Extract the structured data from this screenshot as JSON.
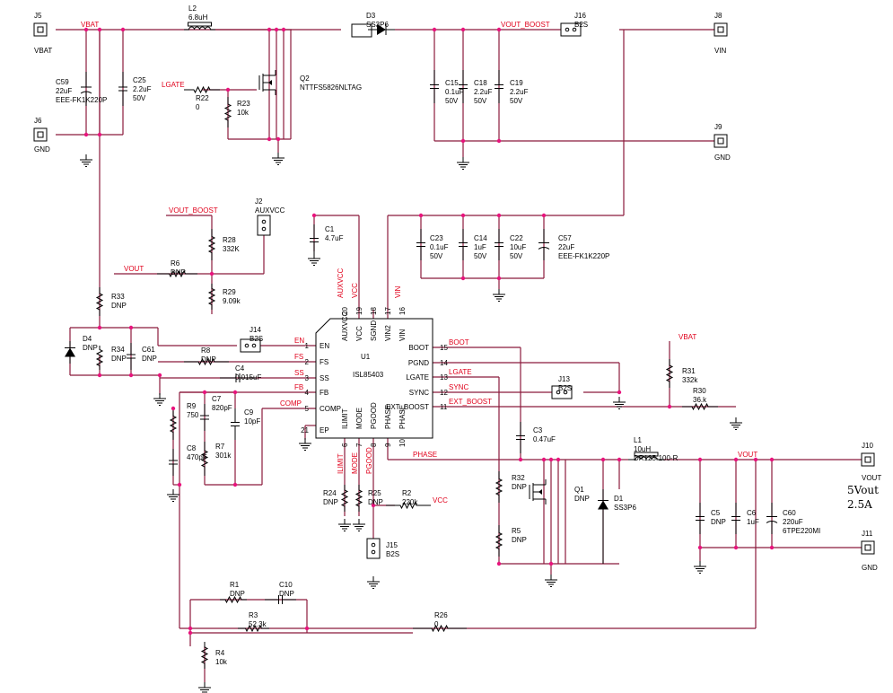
{
  "ic": {
    "ref": "U1",
    "part": "ISL85403",
    "left_pins": [
      {
        "num": "1",
        "name": "EN"
      },
      {
        "num": "2",
        "name": "FS"
      },
      {
        "num": "3",
        "name": "SS"
      },
      {
        "num": "4",
        "name": "FB"
      },
      {
        "num": "5",
        "name": "COMP"
      },
      {
        "num": "21",
        "name": "EP"
      }
    ],
    "right_pins": [
      {
        "num": "15",
        "name": "BOOT"
      },
      {
        "num": "14",
        "name": "PGND"
      },
      {
        "num": "13",
        "name": "LGATE"
      },
      {
        "num": "12",
        "name": "SYNC"
      },
      {
        "num": "11",
        "name": "EXT_BOOST"
      }
    ],
    "top_pins": [
      {
        "num": "20",
        "name": "AUXVCC"
      },
      {
        "num": "19",
        "name": "VCC"
      },
      {
        "num": "18",
        "name": "SGND"
      },
      {
        "num": "17",
        "name": "VIN2"
      },
      {
        "num": "16",
        "name": "VIN"
      }
    ],
    "bottom_pins": [
      {
        "num": "6",
        "name": "ILIMIT"
      },
      {
        "num": "7",
        "name": "MODE"
      },
      {
        "num": "8",
        "name": "PGOOD"
      },
      {
        "num": "9",
        "name": "PHASE"
      },
      {
        "num": "10",
        "name": "PHASE"
      }
    ]
  },
  "connectors": [
    {
      "ref": "J5",
      "label": "VBAT"
    },
    {
      "ref": "J6",
      "label": "GND"
    },
    {
      "ref": "J8",
      "label": "VIN"
    },
    {
      "ref": "J9",
      "label": "GND"
    },
    {
      "ref": "J10",
      "label": "VOUT"
    },
    {
      "ref": "J11",
      "label": "GND"
    }
  ],
  "jumpers": [
    {
      "ref": "J16",
      "value": "B2S"
    },
    {
      "ref": "J14",
      "value": "B2S"
    },
    {
      "ref": "J13",
      "value": "B2S"
    },
    {
      "ref": "J15",
      "value": "B2S"
    },
    {
      "ref": "J2",
      "value": "AUXVCC"
    }
  ],
  "components": [
    {
      "ref": "L2",
      "value": "6.8uH"
    },
    {
      "ref": "D3",
      "value": "SS3P6"
    },
    {
      "ref": "Q2",
      "value": "NTTFS5826NLTAG"
    },
    {
      "ref": "C59",
      "value": "22uF",
      "extra": "EEE-FK1K220P"
    },
    {
      "ref": "C25",
      "value": "2.2uF",
      "extra": "50V"
    },
    {
      "ref": "R22",
      "value": "0"
    },
    {
      "ref": "R23",
      "value": "10k"
    },
    {
      "ref": "C15",
      "value": "0.1uF",
      "extra": "50V"
    },
    {
      "ref": "C18",
      "value": "2.2uF",
      "extra": "50V"
    },
    {
      "ref": "C19",
      "value": "2.2uF",
      "extra": "50V"
    },
    {
      "ref": "R28",
      "value": "332K"
    },
    {
      "ref": "R29",
      "value": "9.09k"
    },
    {
      "ref": "R6",
      "value": "DNP"
    },
    {
      "ref": "C1",
      "value": "4.7uF"
    },
    {
      "ref": "C23",
      "value": "0.1uF",
      "extra": "50V"
    },
    {
      "ref": "C14",
      "value": "1uF",
      "extra": "50V"
    },
    {
      "ref": "C22",
      "value": "10uF",
      "extra": "50V"
    },
    {
      "ref": "C57",
      "value": "22uF",
      "extra": "EEE-FK1K220P"
    },
    {
      "ref": "R33",
      "value": "DNP"
    },
    {
      "ref": "D4",
      "value": "DNP"
    },
    {
      "ref": "R34",
      "value": "DNP"
    },
    {
      "ref": "C61",
      "value": "DNP"
    },
    {
      "ref": "R8",
      "value": "DNP"
    },
    {
      "ref": "C4",
      "value": "0.015uF"
    },
    {
      "ref": "R9",
      "value": "750"
    },
    {
      "ref": "C7",
      "value": "820pF"
    },
    {
      "ref": "C9",
      "value": "10pF"
    },
    {
      "ref": "C8",
      "value": "470pF"
    },
    {
      "ref": "R7",
      "value": "301k"
    },
    {
      "ref": "R31",
      "value": "332k"
    },
    {
      "ref": "R30",
      "value": "36.k"
    },
    {
      "ref": "C3",
      "value": "0.47uF"
    },
    {
      "ref": "L1",
      "value": "10uH",
      "extra": "DR125-100-R"
    },
    {
      "ref": "R32",
      "value": "DNP"
    },
    {
      "ref": "R5",
      "value": "DNP"
    },
    {
      "ref": "Q1",
      "value": "DNP"
    },
    {
      "ref": "D1",
      "value": "SS3P6"
    },
    {
      "ref": "C5",
      "value": "DNP"
    },
    {
      "ref": "C6",
      "value": "1uF"
    },
    {
      "ref": "C60",
      "value": "220uF",
      "extra": "6TPE220MI"
    },
    {
      "ref": "R24",
      "value": "DNP"
    },
    {
      "ref": "R25",
      "value": "DNP"
    },
    {
      "ref": "R2",
      "value": "220k"
    },
    {
      "ref": "R1",
      "value": "DNP"
    },
    {
      "ref": "C10",
      "value": "DNP"
    },
    {
      "ref": "R3",
      "value": "52.3k"
    },
    {
      "ref": "R26",
      "value": "0"
    },
    {
      "ref": "R4",
      "value": "10k"
    }
  ],
  "nets": [
    "VBAT",
    "VOUT_BOOST",
    "LGATE",
    "VOUT",
    "EN",
    "FS",
    "SS",
    "FB",
    "COMP",
    "BOOT",
    "SYNC",
    "EXT_BOOST",
    "PHASE",
    "ILIMIT",
    "MODE",
    "PGOOD",
    "VCC",
    "AUXVCC",
    "VIN"
  ],
  "note": {
    "line1": "5Vout",
    "line2": "2.5A"
  },
  "colors": {
    "wire": "#8b1a3c",
    "net_label": "#e0001b",
    "junction": "#e8147d",
    "part": "#000000"
  }
}
